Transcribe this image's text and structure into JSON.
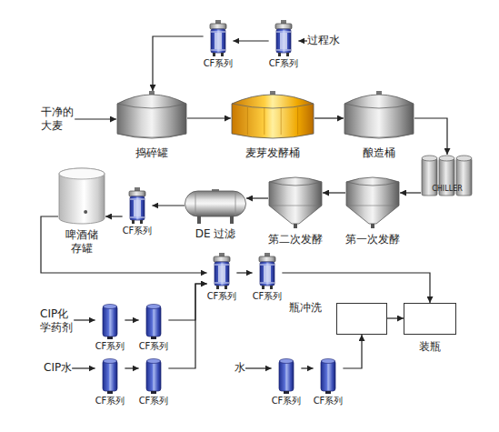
{
  "diagram": {
    "nodes": [
      {
        "text": [
          "CF系列"
        ]
      },
      {
        "text": [
          "CF系列"
        ]
      },
      {
        "text": [
          "过程水"
        ]
      },
      {
        "text": [
          "干净的 大麦"
        ]
      },
      {
        "text": [
          "捣碎罐"
        ]
      },
      {
        "text": [
          "麦芽发酵桶"
        ]
      },
      {
        "text": [
          "酿造桶"
        ]
      },
      {
        "text": [
          "CHILLER"
        ]
      },
      {
        "text": [
          "啤酒储 存罐"
        ]
      },
      {
        "text": [
          "CF系列"
        ]
      },
      {
        "text": [
          "DE 过滤"
        ]
      },
      {
        "text": [
          "第二次发酵"
        ]
      },
      {
        "text": [
          "第一次发酵"
        ]
      },
      {
        "text": [
          "CF系列"
        ]
      },
      {
        "text": [
          "CF系列"
        ]
      },
      {
        "text": []
      },
      {
        "text": [
          "装瓶"
        ]
      },
      {
        "text": [
          "CIP化 学药剂"
        ]
      },
      {
        "text": [
          "CF系列"
        ]
      },
      {
        "text": [
          "CF系列"
        ]
      },
      {
        "text": [
          "CIP水"
        ]
      },
      {
        "text": [
          "CF系列"
        ]
      },
      {
        "text": [
          "CF系列"
        ]
      },
      {
        "text": [
          "水"
        ]
      },
      {
        "text": [
          "CF系列"
        ]
      },
      {
        "text": [
          "CF系列"
        ]
      }
    ],
    "edges": [
      {
        "from": 2,
        "to": 1,
        "arrow": "to"
      },
      {
        "from": 1,
        "to": 0,
        "arrow": "to"
      },
      {
        "from": 0,
        "to": 4,
        "arrow": "to"
      },
      {
        "from": 3,
        "to": 4,
        "arrow": "to"
      },
      {
        "from": 4,
        "to": 5,
        "arrow": "to"
      },
      {
        "from": 5,
        "to": 6,
        "arrow": "to"
      },
      {
        "from": 6,
        "to": 7,
        "arrow": "to"
      },
      {
        "from": 7,
        "to": 12,
        "arrow": "to"
      },
      {
        "from": 12,
        "to": 11,
        "arrow": "to"
      },
      {
        "from": 11,
        "to": 10,
        "arrow": "to"
      },
      {
        "from": 10,
        "to": 9,
        "arrow": "to"
      },
      {
        "from": 9,
        "to": 8,
        "arrow": "to"
      },
      {
        "from": 8,
        "to": 13,
        "arrow": "to"
      },
      {
        "from": 13,
        "to": 14,
        "arrow": "to"
      },
      {
        "from": 14,
        "to": 16,
        "arrow": "to"
      },
      {
        "from": 15,
        "to": 16,
        "arrow": "to"
      },
      {
        "from": 17,
        "to": 18,
        "arrow": "to"
      },
      {
        "from": 18,
        "to": 19,
        "arrow": "to"
      },
      {
        "from": 19,
        "to": 13,
        "arrow": "to"
      },
      {
        "from": 20,
        "to": 21,
        "arrow": "to"
      },
      {
        "from": 21,
        "to": 22,
        "arrow": "to"
      },
      {
        "from": 22,
        "to": 13,
        "arrow": "to"
      },
      {
        "from": 23,
        "to": 24,
        "arrow": "to"
      },
      {
        "from": 24,
        "to": 25,
        "arrow": "to"
      },
      {
        "from": 25,
        "to": 15,
        "arrow": "to"
      }
    ],
    "labels": [
      "瓶冲洗"
    ]
  }
}
